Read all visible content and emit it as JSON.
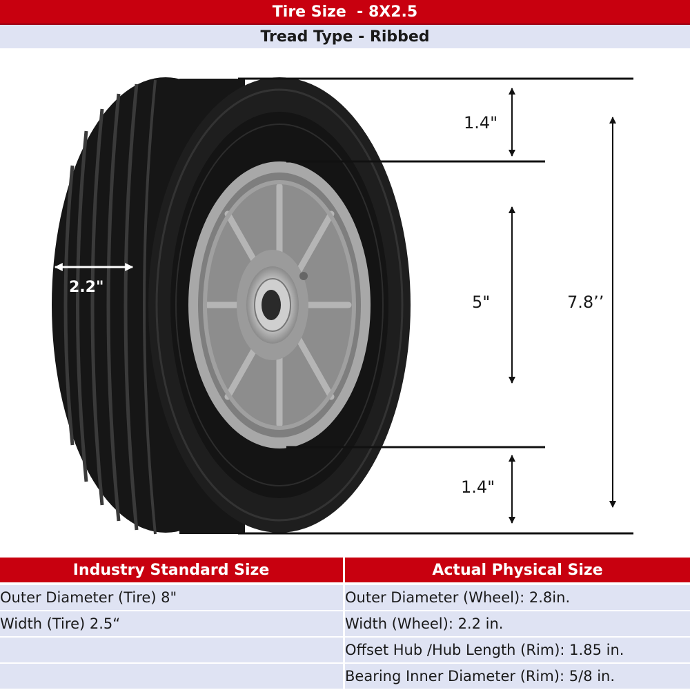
{
  "header": {
    "title": "Tire Size  - 8X2.5",
    "subtitle": "Tread Type - Ribbed"
  },
  "dimensions": {
    "top_sidewall": "1.4\"",
    "hub_diameter": "5\"",
    "overall_diameter": "7.8’’",
    "bottom_sidewall": "1.4\"",
    "tread_width": "2.2\""
  },
  "table": {
    "headers": [
      "Industry Standard Size",
      "Actual Physical Size"
    ],
    "rows": [
      [
        "Outer Diameter (Tire) 8\"",
        "Outer Diameter (Wheel): 2.8in."
      ],
      [
        "Width (Tire) 2.5“",
        "Width (Wheel): 2.2 in."
      ],
      [
        "",
        "Offset Hub /Hub Length (Rim): 1.85 in."
      ],
      [
        "",
        "Bearing Inner Diameter (Rim): 5/8 in."
      ]
    ]
  },
  "colors": {
    "banner_red": "#c8000f",
    "row_lavender": "#dfe3f3",
    "tire_black": "#1b1b1b",
    "rim_gray": "#8e8e8e"
  }
}
